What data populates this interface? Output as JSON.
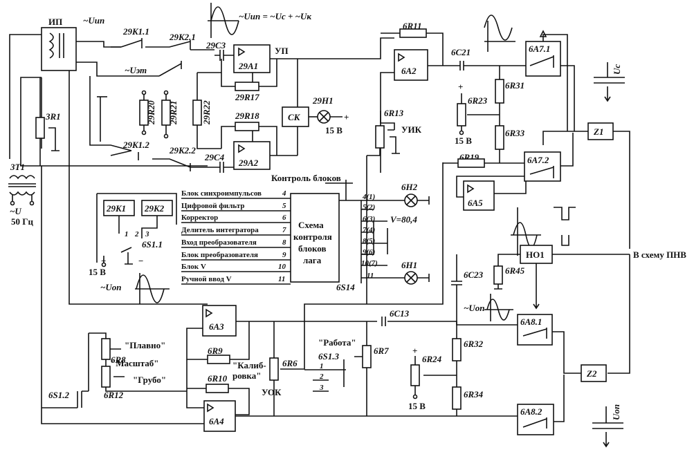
{
  "labels": {
    "ip": "ИП",
    "u_ip": "~Uип",
    "u_et": "~Uэт",
    "formula": "~Uип = ~Uс + ~Uк",
    "k1_1": "29K1.1",
    "k2_1": "29K2.1",
    "k1_2": "29K1.2",
    "k2_2": "29K2.2",
    "c3": "29C3",
    "c4": "29C4",
    "a1": "29A1",
    "a2": "29A2",
    "up": "УП",
    "r17": "29R17",
    "r18": "29R18",
    "r20": "29R20",
    "r21": "29R21",
    "r22": "29R22",
    "ck": "СК",
    "h1_29": "29H1",
    "v15_top": "15 В",
    "r11": "6R11",
    "a2_6": "6A2",
    "r13": "6R13",
    "uik": "УИК",
    "c21": "6C21",
    "r23": "6R23",
    "r31": "6R31",
    "r33": "6R33",
    "v15_mid": "15 В",
    "r19": "6R19",
    "a7_1": "6A7.1",
    "a7_2": "6A7.2",
    "a5": "6A5",
    "uc": "Uс",
    "z1": "Z1",
    "r1_3": "3R1",
    "t1_3": "3T1",
    "u50": "~U",
    "hz50": "50 Гц",
    "kontrol": "Контроль блоков",
    "k1_29": "29K1",
    "k2_29": "29K2",
    "s1_1": "6S1.1",
    "v15_left": "15 В",
    "u_op_left": "~Uоп",
    "block_list": [
      "Блок синхроимпульсов",
      "Цифровой фильтр",
      "Корректор",
      "Делитель интегратора",
      "Вход преобразователя",
      "Блок преобразователя",
      "Блок V",
      "Ручной ввод V"
    ],
    "block_nums": [
      "4",
      "5",
      "6",
      "7",
      "8",
      "9",
      "10",
      "11"
    ],
    "scheme_title": [
      "Схема",
      "контроля",
      "блоков",
      "лага"
    ],
    "s14": "6S14",
    "out_nums": [
      "4(1)",
      "5(2)",
      "6(3)",
      "7(4)",
      "8(5)",
      "9(6)",
      "10(7)",
      "11"
    ],
    "h2": "6H2",
    "h1": "6H1",
    "v_eq": "V=80,4",
    "ho1": "НО1",
    "c23": "6C23",
    "r45": "6R45",
    "to_pnv": "В схему ПНВ",
    "u_op_mid": "~Uоп",
    "a8_1": "6A8.1",
    "a3": "6A3",
    "c13": "6C13",
    "plavno": "\"Плавно\"",
    "r8": "6R8",
    "masshtab": "\"Масштаб\"",
    "grubo": "\"Грубо\"",
    "r9": "6R9",
    "kalib_1": "\"Калиб-",
    "kalib_2": "ровка\"",
    "r6": "6R6",
    "rabota": "\"Работа\"",
    "s1_3": "6S1.3",
    "s_nums": [
      "1",
      "2",
      "3"
    ],
    "r7": "6R7",
    "r32": "6R32",
    "r24": "6R24",
    "r10": "6R10",
    "r12": "6R12",
    "s1_2": "6S1.2",
    "uok": "УОК",
    "r34": "6R34",
    "v15_bot": "15 В",
    "a4": "6A4",
    "a8_2": "6A8.2",
    "z2": "Z2",
    "u_op_right": "Uоп",
    "pin_1": "1",
    "pin_2": "2",
    "pin_3": "3",
    "plus": "+",
    "minus": "−"
  }
}
